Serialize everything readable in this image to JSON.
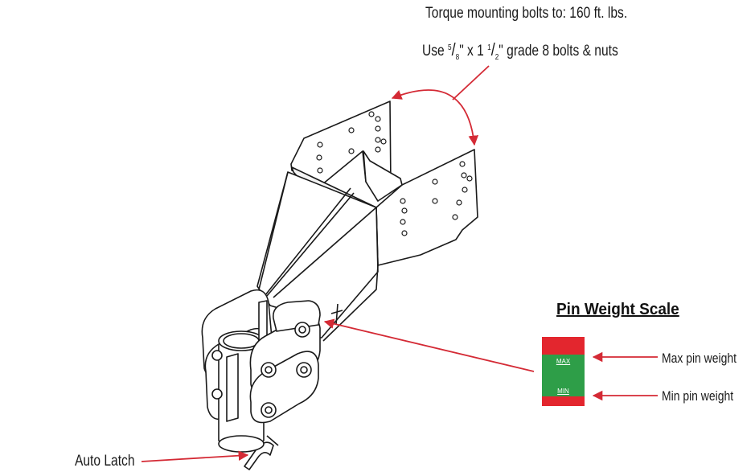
{
  "annotations": {
    "torque": "Torque mounting bolts to: 160 ft. lbs.",
    "bolts": {
      "prefix": "Use ",
      "frac1_num": "5",
      "frac1_den": "8",
      "mid": "\" x 1 ",
      "frac2_num": "1",
      "frac2_den": "2",
      "suffix": "\" grade 8 bolts & nuts"
    },
    "auto_latch": "Auto Latch"
  },
  "pin_weight_scale": {
    "title": "Pin Weight Scale",
    "max_mark": "MAX",
    "min_mark": "MIN",
    "max_label": "Max pin weight",
    "min_label": "Min pin weight"
  },
  "colors": {
    "arrow_red": "#d42a35",
    "scale_red": "#e3262e",
    "scale_green": "#2e9e48",
    "line_art": "#1a1a1a"
  }
}
